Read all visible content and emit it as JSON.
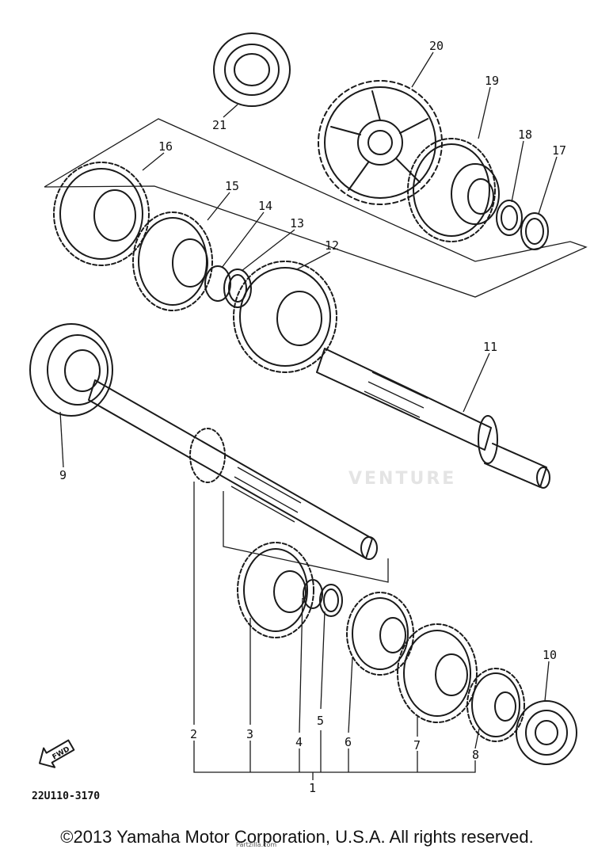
{
  "diagram": {
    "part_code": "22U110-3170",
    "copyright": "©2013 Yamaha Motor Corporation, U.S.A. All rights reserved.",
    "small_note": "Partzilla.com",
    "watermark": "VENTURE",
    "front_arrow_label": "FWD",
    "callouts": {
      "c1": "1",
      "c2": "2",
      "c3": "3",
      "c4": "4",
      "c5": "5",
      "c6": "6",
      "c7": "7",
      "c8": "8",
      "c9": "9",
      "c10": "10",
      "c11": "11",
      "c12": "12",
      "c13": "13",
      "c14": "14",
      "c15": "15",
      "c16": "16",
      "c17": "17",
      "c18": "18",
      "c19": "19",
      "c20": "20",
      "c21": "21"
    }
  }
}
